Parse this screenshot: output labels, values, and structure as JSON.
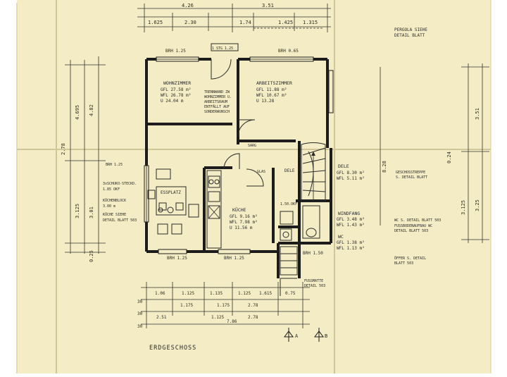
{
  "colors": {
    "paper": "#f3ecc4",
    "ink": "#1c1c1c",
    "fold": "#cfc69a"
  },
  "title": "ERDGESCHOSS",
  "top_dims": {
    "row1": [
      "4.26",
      "3.51"
    ],
    "row2": [
      "1.625",
      "2.30",
      "1.74",
      "1.425",
      "1.315"
    ]
  },
  "rooms": {
    "wohnzimmer": {
      "name": "WOHNZIMMER",
      "gfl": "GFL 27.58 m²",
      "wfl": "WFL 26.78 m²",
      "u": "U 24.04 m"
    },
    "arbeitszimmer": {
      "name": "ARBEITSZIMMER",
      "gfl": "GFL 11.88 m²",
      "wfl": "WFL 10.67 m²",
      "u": "U 13.28"
    },
    "kueche": {
      "name": "KÜCHE",
      "gfl": "GFL 9.16 m²",
      "wfl": "WFL 7.98 m²",
      "u": "U 11.56 m"
    },
    "dele": {
      "name": "DELE",
      "gfl": "GFL 8.30 m²",
      "wfl": "WFL 5.11 m²"
    },
    "windfang": {
      "name": "WINDFANG",
      "gfl": "GFL 3.48 m²",
      "wfl": "WFL 1.43 m²"
    },
    "wc": {
      "name": "WC",
      "gfl": "GFL 1.38 m²",
      "wfl": "WFL 1.13 m²"
    },
    "essplatz": {
      "name": "ESSPLATZ"
    }
  },
  "notes": {
    "trennwand": [
      "TRENNWAND ZW",
      "WOHNZIMMER U.",
      "ARBEITSRAUM",
      "ENTFÄLLT AUF",
      "SONDERWUNSCH"
    ],
    "kuechenblock": [
      "3xSCHUKO-STECKD.",
      "1.85 OKF",
      "KÜCHENBLOCK",
      "3.00 m",
      "KÜCHE SIEHE",
      "DETAIL BLATT 503"
    ],
    "pergola": [
      "PERGOLA SIEHE",
      "DETAIL BLATT"
    ],
    "geschosstreppe": [
      "GESCHOSSTREPPE",
      "S. DETAIL BLATT"
    ],
    "wc_detail": [
      "WC S. DETAIL BLATT 503",
      "FUSSBODENAUFBAU WC",
      "DETAIL BLATT 503"
    ],
    "oeffner": [
      "ÖFFER S. DETAIL",
      "BLATT 503"
    ],
    "fussmatte": [
      "FUSSMATTE",
      "DETAIL 503"
    ]
  },
  "small_labels": {
    "brh_top": "BRH 1.25",
    "brh_left": "BRH 1.25",
    "brh_top2": "BRH 0.65",
    "brh_bottom1": "BRH 1.25",
    "brh_bottom2": "BRH 1.25",
    "brh_windfang": "BRH 1.50",
    "glas": "GLAS",
    "dele_label": "DELE",
    "sarg": "SARG",
    "stg": "1 STG 1.25",
    "kitchen_code": "1.50.OKF"
  },
  "side_dims": {
    "left": [
      "4.695",
      "4.82",
      "3.125",
      "3.01",
      "2.78",
      "0.25"
    ],
    "right": [
      "3.51",
      "3.125",
      "3.25",
      "0.24"
    ],
    "mid_right": "8.28"
  },
  "bottom_dims": {
    "row1": [
      "1.06",
      "1.125",
      "1.135",
      "1.125",
      "1.615",
      "0.75"
    ],
    "row2": [
      "1.175",
      "1.175",
      "2.78"
    ],
    "row3": [
      "2.51",
      "1.125",
      "2.78"
    ],
    "total": "7.86",
    "row_labels": [
      "30",
      "30",
      "30"
    ]
  },
  "section_markers": [
    "A",
    "B"
  ]
}
